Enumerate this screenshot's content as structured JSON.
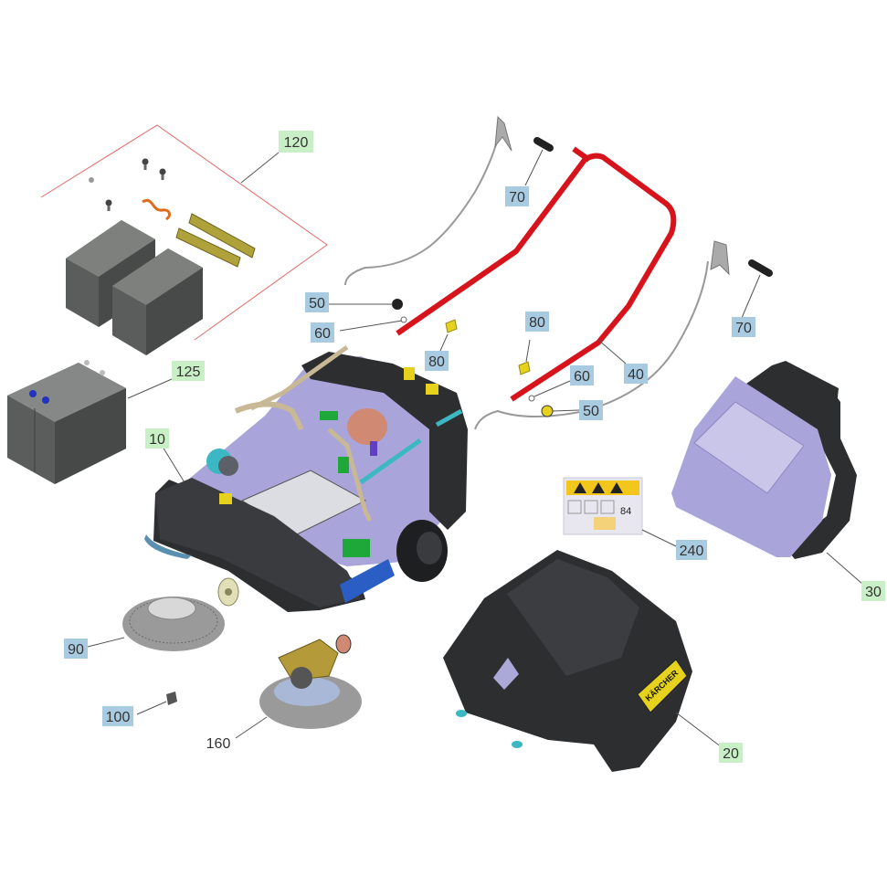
{
  "diagram": {
    "type": "exploded-parts-view",
    "colors": {
      "label_blue": "#a9cbe1",
      "label_green": "#c9efc6",
      "label_none": "#ffffff",
      "body_dark": "#2d2e30",
      "chassis_lavender": "#a9a4d9",
      "handle_red": "#d7141c",
      "battery_grey": "#5a5d5b",
      "brush_grey": "#8a8a8a",
      "accent_green": "#1fa83a",
      "accent_teal": "#3bb8c4",
      "accent_yellow": "#e6d21c",
      "leader_red": "#e36a6a"
    },
    "callouts": [
      {
        "id": "120",
        "text": "120",
        "style": "green"
      },
      {
        "id": "125",
        "text": "125",
        "style": "green"
      },
      {
        "id": "10",
        "text": "10",
        "style": "green"
      },
      {
        "id": "70a",
        "text": "70",
        "style": "blue"
      },
      {
        "id": "70b",
        "text": "70",
        "style": "blue"
      },
      {
        "id": "50a",
        "text": "50",
        "style": "blue"
      },
      {
        "id": "60a",
        "text": "60",
        "style": "blue"
      },
      {
        "id": "80a",
        "text": "80",
        "style": "blue"
      },
      {
        "id": "80b",
        "text": "80",
        "style": "blue"
      },
      {
        "id": "60b",
        "text": "60",
        "style": "blue"
      },
      {
        "id": "40",
        "text": "40",
        "style": "blue"
      },
      {
        "id": "50b",
        "text": "50",
        "style": "blue"
      },
      {
        "id": "240",
        "text": "240",
        "style": "blue"
      },
      {
        "id": "30",
        "text": "30",
        "style": "green"
      },
      {
        "id": "90",
        "text": "90",
        "style": "blue"
      },
      {
        "id": "100",
        "text": "100",
        "style": "blue"
      },
      {
        "id": "160",
        "text": "160",
        "style": "none"
      },
      {
        "id": "20",
        "text": "20",
        "style": "green"
      }
    ],
    "brand_plate": "KÄRCHER",
    "label_sticker": {
      "value": "84"
    }
  }
}
